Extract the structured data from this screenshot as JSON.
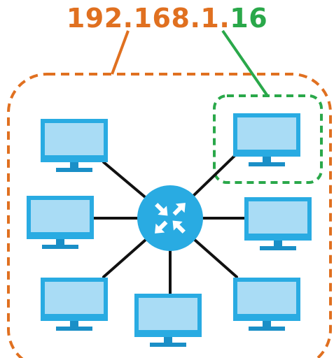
{
  "ip_address": {
    "network_part": "192.168.1.",
    "host_part": "16"
  },
  "colors": {
    "network": "#e07020",
    "host": "#2aa84a",
    "monitor_frame": "#29abe2",
    "monitor_screen": "#a9dcf5",
    "monitor_base": "#1a8fc7",
    "router": "#29abe2",
    "router_arrows": "#ffffff",
    "link": "#111111"
  },
  "nodes": {
    "router": {
      "name": "router-icon"
    },
    "computers": [
      {
        "name": "computer-top-left"
      },
      {
        "name": "computer-top-right"
      },
      {
        "name": "computer-middle-left"
      },
      {
        "name": "computer-middle-right"
      },
      {
        "name": "computer-bottom-left"
      },
      {
        "name": "computer-bottom-center"
      },
      {
        "name": "computer-bottom-right"
      }
    ]
  }
}
